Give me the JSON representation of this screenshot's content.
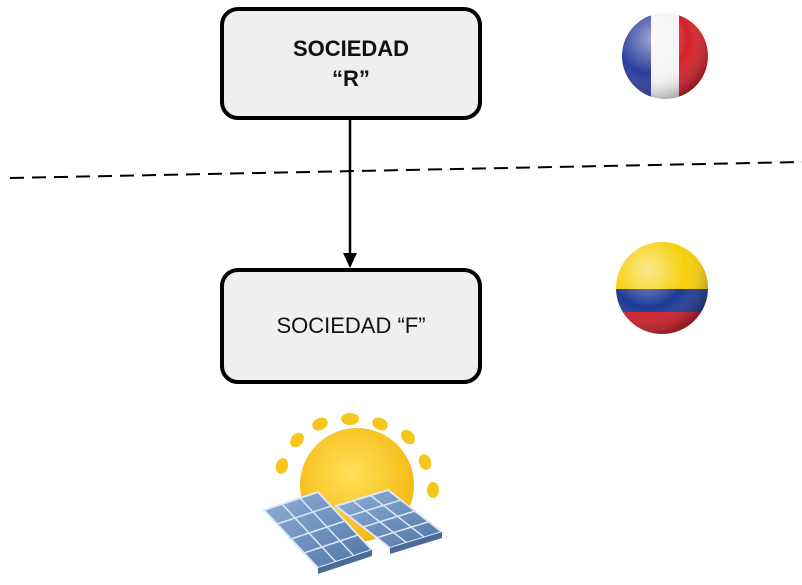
{
  "nodes": {
    "top": {
      "line1": "SOCIEDAD",
      "line2": "“R”"
    },
    "bottom": {
      "label": "SOCIEDAD “F”"
    }
  },
  "icons": {
    "top_flag": "france-flag-icon",
    "bottom_flag": "colombia-flag-icon",
    "solar": "sun-solar-panels-icon"
  },
  "colors": {
    "box_fill": "#efefef",
    "box_border": "#000000",
    "france_blue": "#2a3d9c",
    "france_white": "#f4f4f4",
    "france_red": "#d6202a",
    "colombia_yellow": "#f6cf0a",
    "colombia_blue": "#1d3a97",
    "colombia_red": "#cf1d2a",
    "sun": "#f7c61a",
    "panel": "#6f93c2"
  }
}
